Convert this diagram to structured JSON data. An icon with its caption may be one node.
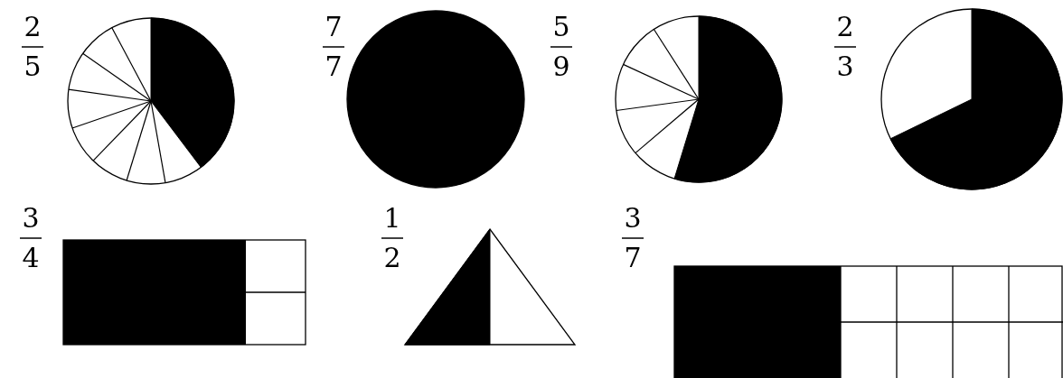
{
  "diagram": {
    "labels": [
      "2",
      "5",
      "7",
      "7",
      "5",
      "9",
      "2",
      "3",
      "3",
      "4",
      "1",
      "2",
      "3",
      "7"
    ]
  }
}
